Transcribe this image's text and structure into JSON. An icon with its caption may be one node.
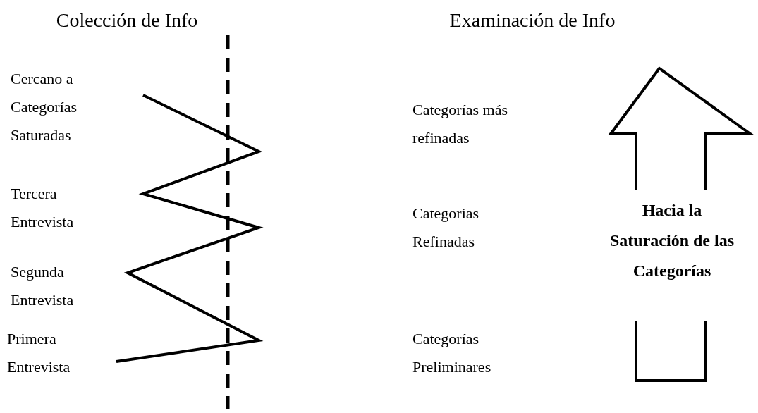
{
  "diagram": {
    "nodes": [
      {
        "text": [
          "Hacia la Saturación de las Categorías"
        ]
      }
    ],
    "labels": [
      "Colección de Info",
      "Examinación de Info",
      "Cercano a Categorías Saturadas",
      "Categorías más refinadas",
      "Tercera Entrevista",
      "Categorías Refinadas",
      "Segunda Entrevista",
      "Primera Entrevista",
      "Categorías Preliminares"
    ]
  }
}
